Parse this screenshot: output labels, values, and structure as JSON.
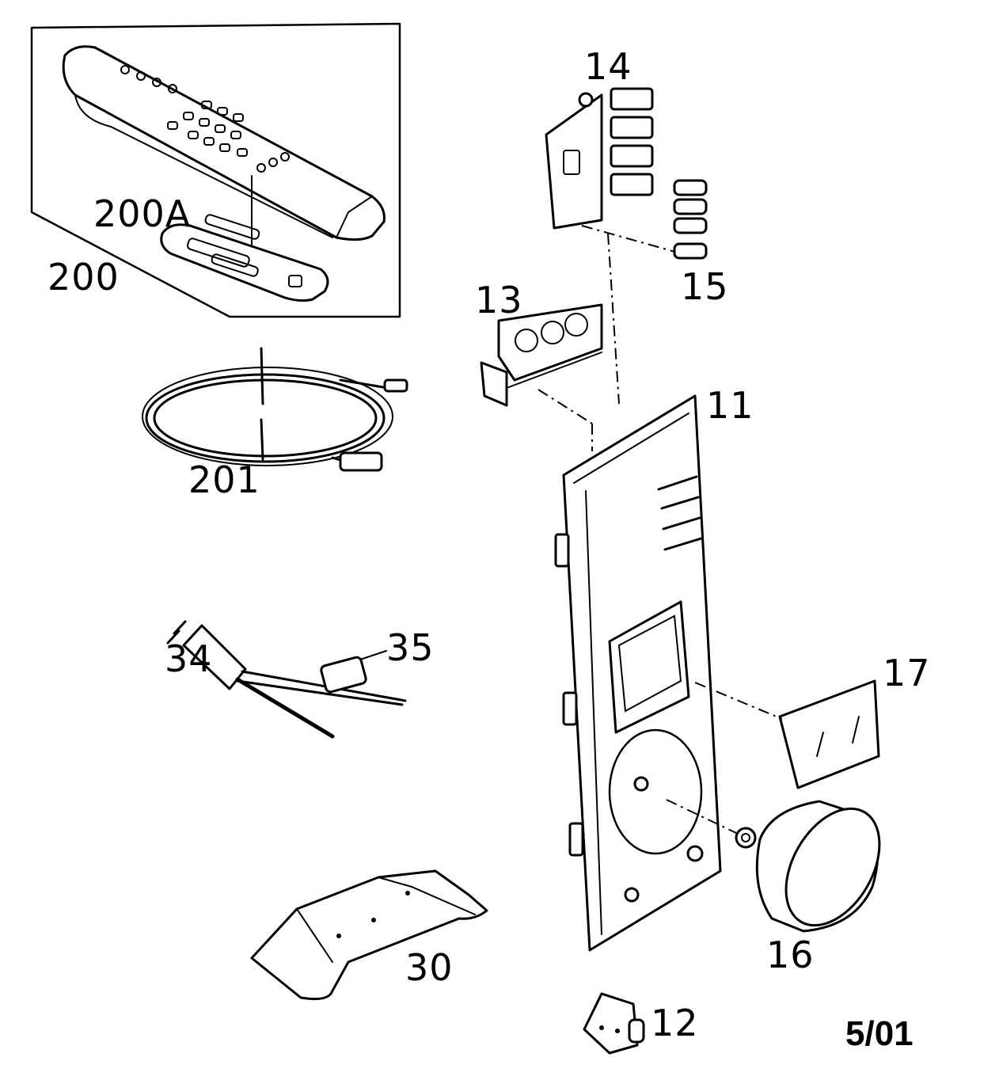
{
  "callouts": {
    "c200": "200",
    "c200a": "200A",
    "c201": "201",
    "c34": "34",
    "c35": "35",
    "c30": "30",
    "c14": "14",
    "c15": "15",
    "c13": "13",
    "c11": "11",
    "c17": "17",
    "c16": "16",
    "c12": "12"
  },
  "revision_stamp": "5/01"
}
